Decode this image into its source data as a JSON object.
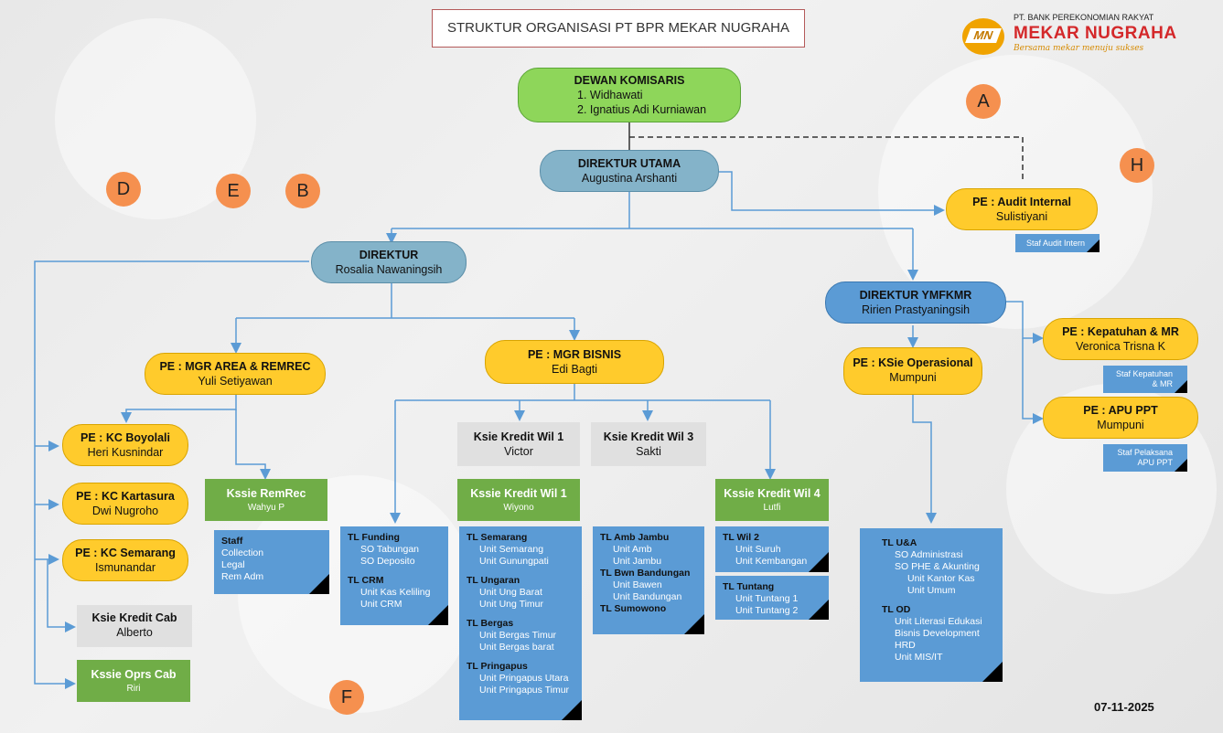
{
  "title": "STRUKTUR ORGANISASI PT BPR MEKAR NUGRAHA",
  "logo": {
    "company_small": "PT. BANK PEREKONOMIAN RAKYAT",
    "company_big": "MEKAR NUGRAHA",
    "tagline": "Bersama mekar menuju sukses",
    "mark": "MN"
  },
  "date": "07-11-2025",
  "letters": {
    "a": "A",
    "b": "B",
    "d": "D",
    "e": "E",
    "f": "F",
    "h": "H"
  },
  "komisaris": {
    "title": "DEWAN KOMISARIS",
    "line1": "1. Widhawati",
    "line2": "2. Ignatius Adi Kurniawan"
  },
  "dirut": {
    "title": "DIREKTUR UTAMA",
    "name": "Augustina Arshanti"
  },
  "audit": {
    "title": "PE : Audit Internal",
    "name": "Sulistiyani",
    "staf": "Staf Audit Intern"
  },
  "direktur": {
    "title": "DIREKTUR",
    "name": "Rosalia Nawaningsih"
  },
  "ymfkmr": {
    "title": "DIREKTUR YMFKMR",
    "name": "Ririen Prastyaningsih"
  },
  "kepatuhan": {
    "title": "PE : Kepatuhan & MR",
    "name": "Veronica Trisna K",
    "staf1": "Staf Kepatuhan",
    "staf2": "& MR"
  },
  "apu": {
    "title": "PE : APU PPT",
    "name": "Mumpuni",
    "staf1": "Staf Pelaksana",
    "staf2": "APU PPT"
  },
  "ksie_ops": {
    "title": "PE : KSie Operasional",
    "name": "Mumpuni"
  },
  "mgr_area": {
    "title": "PE : MGR AREA & REMREC",
    "name": "Yuli Setiyawan"
  },
  "mgr_bisnis": {
    "title": "PE : MGR BISNIS",
    "name": "Edi Bagti"
  },
  "kc_boyolali": {
    "title": "PE : KC Boyolali",
    "name": "Heri Kusnindar"
  },
  "kc_kartasura": {
    "title": "PE : KC Kartasura",
    "name": "Dwi Nugroho"
  },
  "kc_semarang": {
    "title": "PE : KC Semarang",
    "name": "Ismunandar"
  },
  "kredit_cab": {
    "title": "Ksie Kredit Cab",
    "name": "Alberto"
  },
  "oprs_cab": {
    "title": "Kssie Oprs Cab",
    "name": "Riri"
  },
  "remrec": {
    "title": "Kssie RemRec",
    "name": "Wahyu P"
  },
  "remrec_staff": {
    "h": "Staff",
    "i1": "Collection",
    "i2": "Legal",
    "i3": "Rem Adm"
  },
  "kredit_wil1_grey": {
    "title": "Ksie Kredit Wil 1",
    "name": "Victor"
  },
  "kredit_wil3": {
    "title": "Ksie Kredit Wil 3",
    "name": "Sakti"
  },
  "kredit_wil1_green": {
    "title": "Kssie Kredit Wil 1",
    "name": "Wiyono"
  },
  "kredit_wil4": {
    "title": "Kssie Kredit Wil 4",
    "name": "Lutfi"
  },
  "funding": {
    "h1": "TL Funding",
    "i1": "SO Tabungan",
    "i2": "SO Deposito",
    "h2": "TL CRM",
    "i3": "Unit Kas Keliling",
    "i4": "Unit CRM"
  },
  "wil1_units": {
    "h1": "TL Semarang",
    "a1": "Unit Semarang",
    "a2": "Unit Gunungpati",
    "h2": "TL Ungaran",
    "b1": "Unit Ung Barat",
    "b2": "Unit Ung Timur",
    "h3": "TL Bergas",
    "c1": "Unit Bergas Timur",
    "c2": "Unit Bergas barat",
    "h4": "TL Pringapus",
    "d1": "Unit Pringapus Utara",
    "d2": "Unit Pringapus Timur"
  },
  "wil3_units": {
    "h1": "TL Amb Jambu",
    "a1": "Unit Amb",
    "a2": "Unit Jambu",
    "h2": "TL Bwn Bandungan",
    "b1": "Unit Bawen",
    "b2": "Unit Bandungan",
    "h3": "TL Sumowono"
  },
  "wil4_units": {
    "h1": "TL Wil 2",
    "a1": "Unit Suruh",
    "a2": "Unit Kembangan",
    "h2": "TL Tuntang",
    "b1": "Unit Tuntang 1",
    "b2": "Unit Tuntang 2"
  },
  "ops_units": {
    "h1": "TL U&A",
    "a1": "SO Administrasi",
    "a2": "SO PHE & Akunting",
    "a3": "Unit Kantor Kas",
    "a4": "Unit Umum",
    "h2": "TL OD",
    "b1": "Unit Literasi Edukasi",
    "b2": "Bisnis Development",
    "b3": "HRD",
    "b4": "Unit MIS/IT"
  },
  "colors": {
    "connector": "#5b9bd5",
    "dashed": "#333333"
  }
}
